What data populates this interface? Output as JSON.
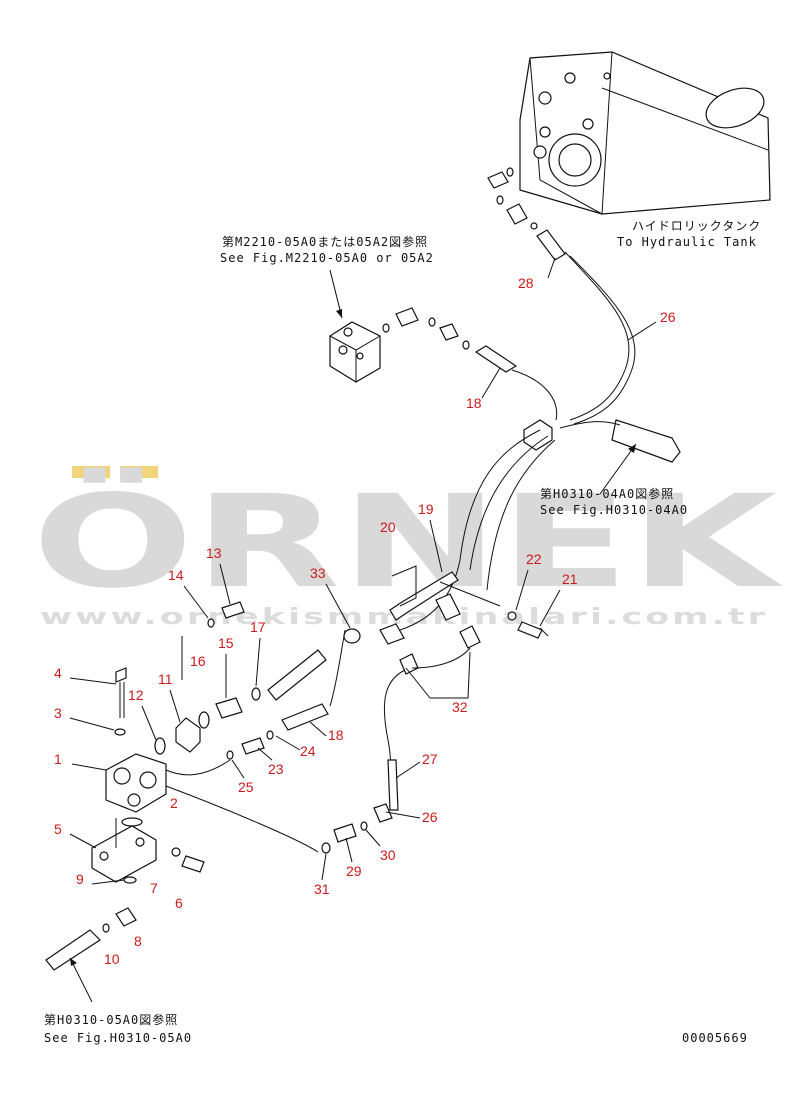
{
  "watermark": {
    "brand": "ÖRNEK",
    "url": "www.ornekismmakinalari.com.tr",
    "accent_color": "#f2d27a",
    "text_color": "#d9d9d9"
  },
  "references": {
    "tank_jp": "ハイドロリックタンク",
    "tank_en": "To Hydraulic Tank",
    "m2210_jp": "第M2210-05A0または05A2図参照",
    "m2210_en": "See Fig.M2210-05A0 or 05A2",
    "h0310_04_jp": "第H0310-04A0図参照",
    "h0310_04_en": "See Fig.H0310-04A0",
    "h0310_05_jp": "第H0310-05A0図参照",
    "h0310_05_en": "See Fig.H0310-05A0"
  },
  "doc_number": "00005669",
  "callouts": {
    "c1": "1",
    "c2": "2",
    "c3": "3",
    "c4": "4",
    "c5": "5",
    "c6": "6",
    "c7": "7",
    "c8": "8",
    "c9": "9",
    "c10": "10",
    "c11": "11",
    "c12": "12",
    "c13": "13",
    "c14": "14",
    "c15": "15",
    "c16": "16",
    "c17": "17",
    "c18a": "18",
    "c18b": "18",
    "c19": "19",
    "c20": "20",
    "c21": "21",
    "c22": "22",
    "c23": "23",
    "c24": "24",
    "c25": "25",
    "c26a": "26",
    "c26b": "26",
    "c27": "27",
    "c28": "28",
    "c29": "29",
    "c30": "30",
    "c31": "31",
    "c32": "32",
    "c33": "33"
  }
}
